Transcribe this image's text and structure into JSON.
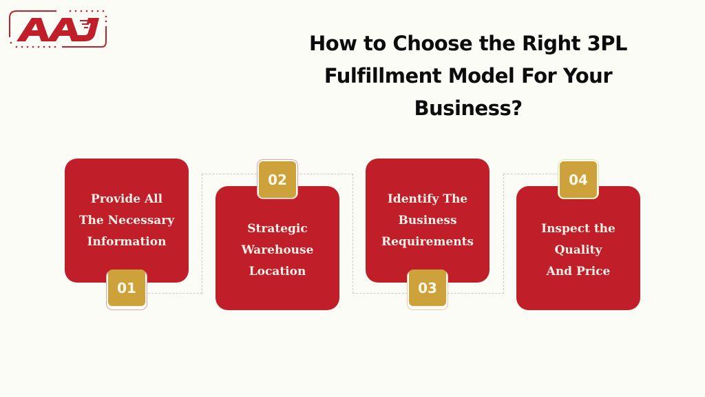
{
  "logo": {
    "text": "AAJ",
    "color": "#c01f2a"
  },
  "title": {
    "lines": [
      "How to Choose the Right 3PL",
      "Fulfillment Model For Your",
      "Business?"
    ]
  },
  "colors": {
    "background": "#fbfcf6",
    "card": "#c01f2a",
    "badge": "#cda23a",
    "card_text": "#fbefe6"
  },
  "steps": [
    {
      "number": "01",
      "lines": [
        "Provide All",
        "The Necessary",
        "Information"
      ]
    },
    {
      "number": "02",
      "lines": [
        "Strategic",
        "Warehouse",
        "Location"
      ]
    },
    {
      "number": "03",
      "lines": [
        "Identify The",
        "Business",
        "Requirements"
      ]
    },
    {
      "number": "04",
      "lines": [
        "Inspect the",
        "Quality",
        "And Price"
      ]
    }
  ]
}
